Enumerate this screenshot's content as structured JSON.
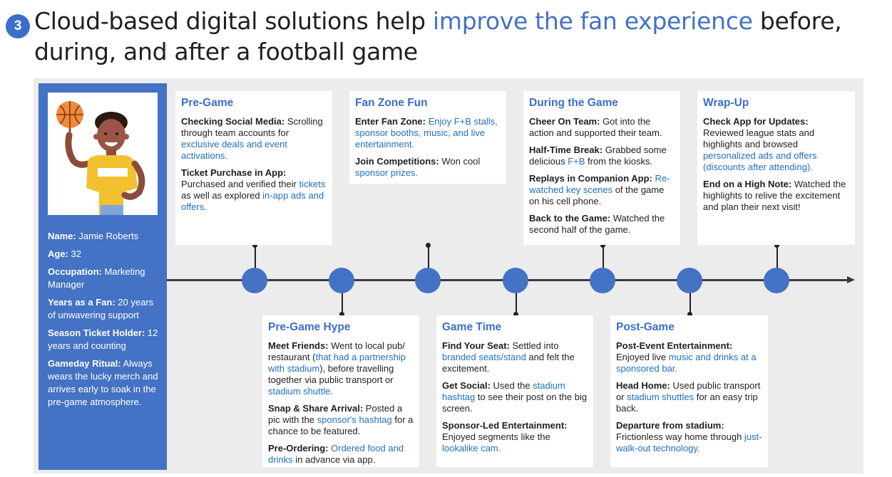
{
  "header": {
    "step": "3",
    "title_before": "Cloud-based digital solutions help ",
    "title_highlight": "improve the fan experience",
    "title_after": " before, during, and after a football game"
  },
  "persona": {
    "avatar_icon": "basketball-spinning-fan-icon",
    "fields": [
      {
        "label": "Name:",
        "value": " Jamie Roberts"
      },
      {
        "label": "Age:",
        "value": " 32"
      },
      {
        "label": "Occupation:",
        "value": " Marketing Manager"
      },
      {
        "label": "Years as a Fan:",
        "value": " 20 years of unwavering support"
      },
      {
        "label": "Season Ticket Holder:",
        "value": " 12 years and counting"
      },
      {
        "label": "Gameday Ritual:",
        "value": " Always wears the lucky merch and arrives early to soak in the pre-game atmosphere."
      }
    ]
  },
  "colors": {
    "accent": "#4472c4",
    "link": "#1f6fc2",
    "panel": "#ececec",
    "axis": "#3a3a3a"
  },
  "stages": [
    {
      "title": "Pre-Game",
      "items": [
        [
          {
            "t": "Checking Social Media:",
            "s": "b"
          },
          {
            "t": " Scrolling through team accounts for "
          },
          {
            "t": "exclusive deals and event activations.",
            "s": "l"
          }
        ],
        [
          {
            "t": "Ticket Purchase in App:",
            "s": "b"
          },
          {
            "t": " Purchased and verified their "
          },
          {
            "t": "tickets",
            "s": "l"
          },
          {
            "t": " as well as explored "
          },
          {
            "t": "in-app ads and offers.",
            "s": "l"
          }
        ]
      ]
    },
    {
      "title": "Pre-Game Hype",
      "items": [
        [
          {
            "t": "Meet Friends:",
            "s": "b"
          },
          {
            "t": " Went to local pub/ restaurant ("
          },
          {
            "t": "that had a partnership with stadium",
            "s": "l"
          },
          {
            "t": "), before travelling together via public transport or "
          },
          {
            "t": "stadium shuttle.",
            "s": "l"
          }
        ],
        [
          {
            "t": "Snap & Share Arrival:",
            "s": "b"
          },
          {
            "t": " Posted a pic with the "
          },
          {
            "t": "sponsor's hashtag",
            "s": "l"
          },
          {
            "t": " for a chance to be featured."
          }
        ],
        [
          {
            "t": "Pre-Ordering:",
            "s": "b"
          },
          {
            "t": " "
          },
          {
            "t": "Ordered food and drinks",
            "s": "l"
          },
          {
            "t": " in advance via app."
          }
        ]
      ]
    },
    {
      "title": "Fan Zone Fun",
      "items": [
        [
          {
            "t": "Enter Fan Zone:",
            "s": "b"
          },
          {
            "t": " "
          },
          {
            "t": "Enjoy F+B stalls, sponsor booths, music, and live entertainment.",
            "s": "l"
          }
        ],
        [
          {
            "t": "Join Competitions:",
            "s": "b"
          },
          {
            "t": " Won cool "
          },
          {
            "t": "sponsor prizes.",
            "s": "l"
          }
        ]
      ]
    },
    {
      "title": "Game Time",
      "items": [
        [
          {
            "t": "Find Your Seat:",
            "s": "b"
          },
          {
            "t": " Settled into "
          },
          {
            "t": "branded seats/stand",
            "s": "l"
          },
          {
            "t": " and felt the excitement."
          }
        ],
        [
          {
            "t": "Get Social:",
            "s": "b"
          },
          {
            "t": " Used the "
          },
          {
            "t": "stadium hashtag",
            "s": "l"
          },
          {
            "t": " to see their post on the big screen."
          }
        ],
        [
          {
            "t": "Sponsor-Led Entertainment:",
            "s": "b"
          },
          {
            "t": " Enjoyed segments like the "
          },
          {
            "t": "lookalike cam.",
            "s": "l"
          }
        ]
      ]
    },
    {
      "title": "During the Game",
      "items": [
        [
          {
            "t": "Cheer On Team:",
            "s": "b"
          },
          {
            "t": " Got into the action and supported their team."
          }
        ],
        [
          {
            "t": "Half-Time Break:",
            "s": "b"
          },
          {
            "t": " Grabbed some delicious "
          },
          {
            "t": "F+B",
            "s": "l"
          },
          {
            "t": " from the kiosks."
          }
        ],
        [
          {
            "t": "Replays in Companion App:",
            "s": "b"
          },
          {
            "t": " "
          },
          {
            "t": "Re-watched key scenes",
            "s": "l"
          },
          {
            "t": " of the game on his cell phone."
          }
        ],
        [
          {
            "t": "Back to the Game:",
            "s": "b"
          },
          {
            "t": " Watched the second half of the game."
          }
        ]
      ]
    },
    {
      "title": "Post-Game",
      "items": [
        [
          {
            "t": "Post-Event Entertainment:",
            "s": "b"
          },
          {
            "t": " Enjoyed live "
          },
          {
            "t": "music and drinks at a sponsored bar.",
            "s": "l"
          }
        ],
        [
          {
            "t": "Head Home:",
            "s": "b"
          },
          {
            "t": " Used public transport or "
          },
          {
            "t": "stadium shuttles",
            "s": "l"
          },
          {
            "t": " for an easy trip back."
          }
        ],
        [
          {
            "t": "Departure from stadium:",
            "s": "b"
          },
          {
            "t": " Frictionless way home through "
          },
          {
            "t": "just-walk-out technology.",
            "s": "l"
          }
        ]
      ]
    },
    {
      "title": "Wrap-Up",
      "items": [
        [
          {
            "t": "Check App for Updates:",
            "s": "b"
          },
          {
            "t": " Reviewed league stats and highlights and browsed "
          },
          {
            "t": "personalized ads and offers (discounts after attending).",
            "s": "l"
          }
        ],
        [
          {
            "t": "End on a High Note:",
            "s": "b"
          },
          {
            "t": " Watched the highlights to relive the excitement and plan their next visit!"
          }
        ]
      ]
    }
  ]
}
